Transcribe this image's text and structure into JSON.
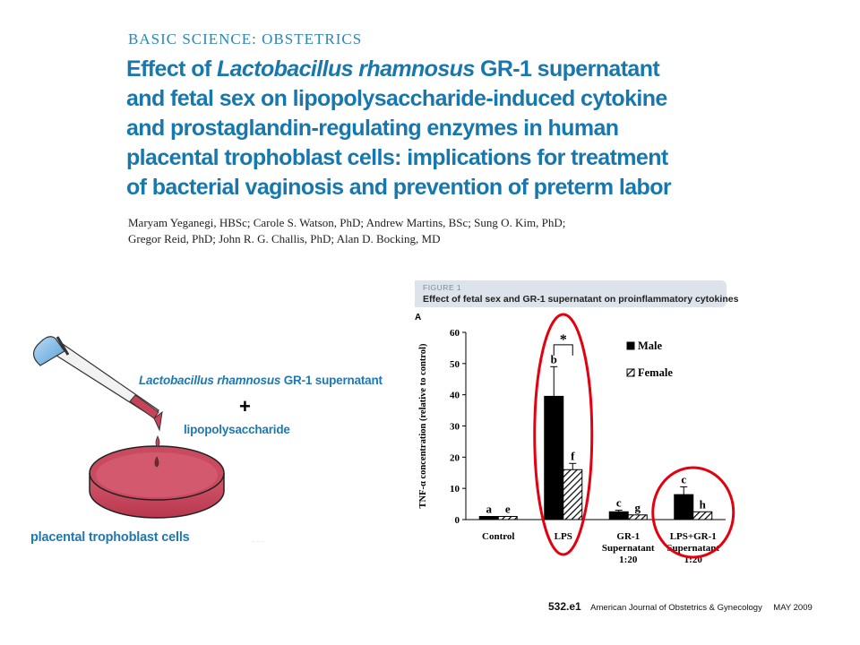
{
  "paper": {
    "section": "BASIC SCIENCE: OBSTETRICS",
    "title_lines": [
      {
        "pre": "Effect of ",
        "italic": "Lactobacillus rhamnosus",
        "post": " GR-1 supernatant"
      },
      {
        "pre": "and fetal sex on lipopolysaccharide-induced cytokine",
        "italic": "",
        "post": ""
      },
      {
        "pre": "and prostaglandin-regulating enzymes in human",
        "italic": "",
        "post": ""
      },
      {
        "pre": "placental trophoblast cells: implications for treatment",
        "italic": "",
        "post": ""
      },
      {
        "pre": "of bacterial vaginosis and prevention of preterm labor",
        "italic": "",
        "post": ""
      }
    ],
    "authors_lines": [
      "Maryam Yeganegi, HBSc; Carole S. Watson, PhD; Andrew Martins, BSc; Sung O. Kim, PhD;",
      "Gregor Reid, PhD; John R. G. Challis, PhD; Alan D. Bocking, MD"
    ]
  },
  "illustration": {
    "supernatant_italic": "Lactobacillus rhamnosus",
    "supernatant_rest": " GR-1 supernatant",
    "plus": "+",
    "lps": "lipopolysaccharide",
    "cells": "placental trophoblast cells",
    "colors": {
      "dish": "#c8435a",
      "dropper_bulb": "#7ab8e6",
      "liquid": "#c8435a"
    }
  },
  "figure": {
    "label": "FIGURE 1",
    "caption": "Effect of fetal sex and GR-1 supernatant on proinflammatory cytokines",
    "panel": "A"
  },
  "footer": {
    "page": "532.e1",
    "journal": "American Journal of Obstetrics & Gynecology",
    "date": "MAY 2009"
  },
  "chart_data": {
    "type": "bar",
    "panel": "A",
    "ylabel": "TNF-α concentration (relative to control)",
    "xlabel": "",
    "ylim": [
      0,
      60
    ],
    "yticks": [
      0,
      10,
      20,
      30,
      40,
      50,
      60
    ],
    "categories": [
      {
        "lines": [
          "Control"
        ]
      },
      {
        "lines": [
          "LPS"
        ]
      },
      {
        "lines": [
          "GR-1",
          "Supernatant",
          "1:20"
        ]
      },
      {
        "lines": [
          "LPS+GR-1",
          "Supernatant",
          "1:20"
        ]
      }
    ],
    "legend": {
      "placement": "top-right",
      "entries": [
        "Male",
        "Female"
      ]
    },
    "series": [
      {
        "name": "Male",
        "fill": "solid",
        "values": [
          1,
          39.5,
          2.5,
          8
        ],
        "errors": [
          0,
          9.5,
          0.5,
          2.5
        ],
        "letters": [
          "a",
          "b",
          "c",
          "c"
        ]
      },
      {
        "name": "Female",
        "fill": "hatched",
        "values": [
          1,
          16,
          1.5,
          2.5
        ],
        "errors": [
          0,
          2,
          0,
          0
        ],
        "letters": [
          "e",
          "f",
          "g",
          "h"
        ]
      }
    ],
    "significance": {
      "label": "*",
      "between": [
        1,
        0
      ],
      "and": [
        1,
        1
      ]
    },
    "highlight_groups": [
      1,
      3
    ],
    "colors": {
      "bar": "#000000",
      "highlight": "#e3000f"
    },
    "grid": false
  }
}
